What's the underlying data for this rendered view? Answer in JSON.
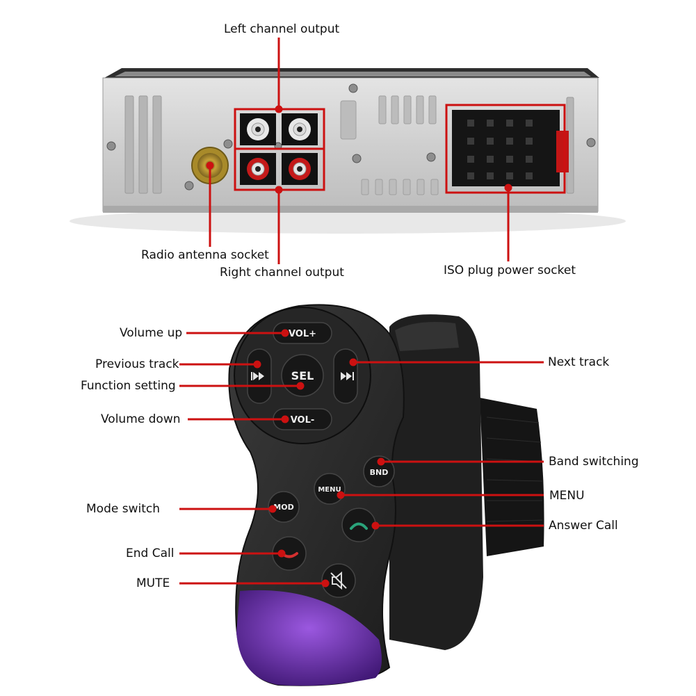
{
  "top_labels": {
    "left_channel": "Left channel output",
    "antenna": "Radio antenna socket",
    "right_channel": "Right channel output",
    "iso_plug": "ISO plug power socket"
  },
  "remote_labels": {
    "volume_up": "Volume up",
    "previous_track": "Previous track",
    "function_setting": "Function setting",
    "volume_down": "Volume down",
    "next_track": "Next track",
    "band_switching": "Band switching",
    "menu": "MENU",
    "mode_switch": "Mode switch",
    "answer_call": "Answer Call",
    "end_call": "End Call",
    "mute": "MUTE"
  },
  "remote_buttons": {
    "vol_plus": "VOL+",
    "vol_minus": "VOL-",
    "sel": "SEL",
    "bnd": "BND",
    "menu": "MENU",
    "mod": "MOD"
  },
  "colors": {
    "callout_red": "#cc1111",
    "remote_body": "#2b2b2b",
    "led_purple": "#6a2fb0",
    "answer_green": "#2aa37a",
    "end_red": "#d33030"
  }
}
